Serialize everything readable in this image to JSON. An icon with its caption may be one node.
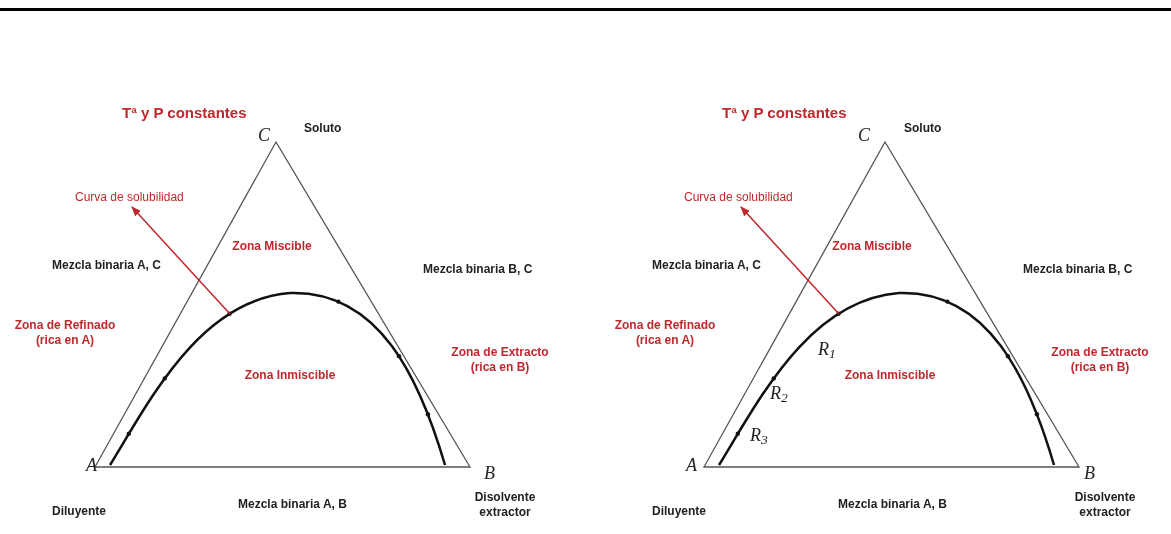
{
  "diagram": {
    "nodes": [
      {
        "text": [
          "Curva de solubilidad"
        ]
      },
      {
        "text": [],
        "shape": "curve"
      },
      {
        "text": [
          "Curva de solubilidad"
        ]
      },
      {
        "text": [],
        "shape": "curve"
      }
    ],
    "edges": [
      {
        "from": 1,
        "to": 0,
        "arrow": "to"
      },
      {
        "from": 3,
        "to": 2,
        "arrow": "to"
      }
    ],
    "labels": [
      "Tª y P constantes",
      "C",
      "Soluto",
      "Zona Miscible",
      "Mezcla binaria A, C",
      "Mezcla binaria B, C",
      "Zona de Refinado (rica en A)",
      "Zona Inmiscible",
      "Zona de Extracto (rica en B)",
      "A",
      "B",
      "Diluyente",
      "Mezcla binaria A, B",
      "Disolvente extractor",
      "Tª y P constantes",
      "C",
      "Soluto",
      "Zona Miscible",
      "Mezcla binaria A, C",
      "Mezcla binaria B, C",
      "Zona de Refinado (rica en A)",
      "Zona Inmiscible",
      "Zona de Extracto (rica en B)",
      "A",
      "B",
      "Diluyente",
      "Mezcla binaria A, B",
      "Disolvente extractor",
      "R$_{1}$",
      "R$_{2}$",
      "R$_{3}$"
    ]
  }
}
